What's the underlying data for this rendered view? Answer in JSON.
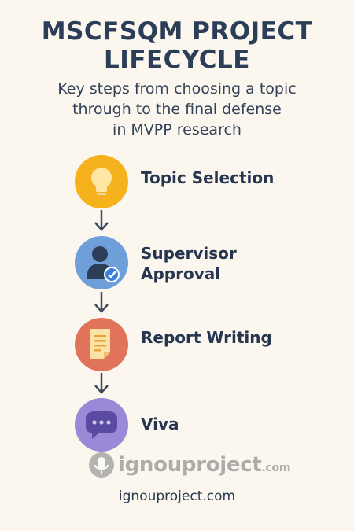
{
  "header": {
    "title_line1": "MSCFSQM PROJECT",
    "title_line2": "LIFECYCLE",
    "subtitle_line1": "Key steps from choosing a topic",
    "subtitle_line2": "through to the final defense",
    "subtitle_line3": "in MVPP research"
  },
  "steps": [
    {
      "line1": "Topic Selection",
      "line2": "",
      "icon": "lightbulb-icon",
      "color": "#f6b21c"
    },
    {
      "line1": "Supervisor",
      "line2": "Approval",
      "icon": "user-check-icon",
      "color": "#6f9fd8"
    },
    {
      "line1": "Report Writing",
      "line2": "",
      "icon": "document-icon",
      "color": "#e1735a"
    },
    {
      "line1": "Viva",
      "line2": "",
      "icon": "chat-bubble-icon",
      "color": "#9b88d6"
    }
  ],
  "watermark": {
    "brand": "ignouproject",
    "suffix": ".com"
  },
  "footer": {
    "url": "ignouproject.com"
  }
}
